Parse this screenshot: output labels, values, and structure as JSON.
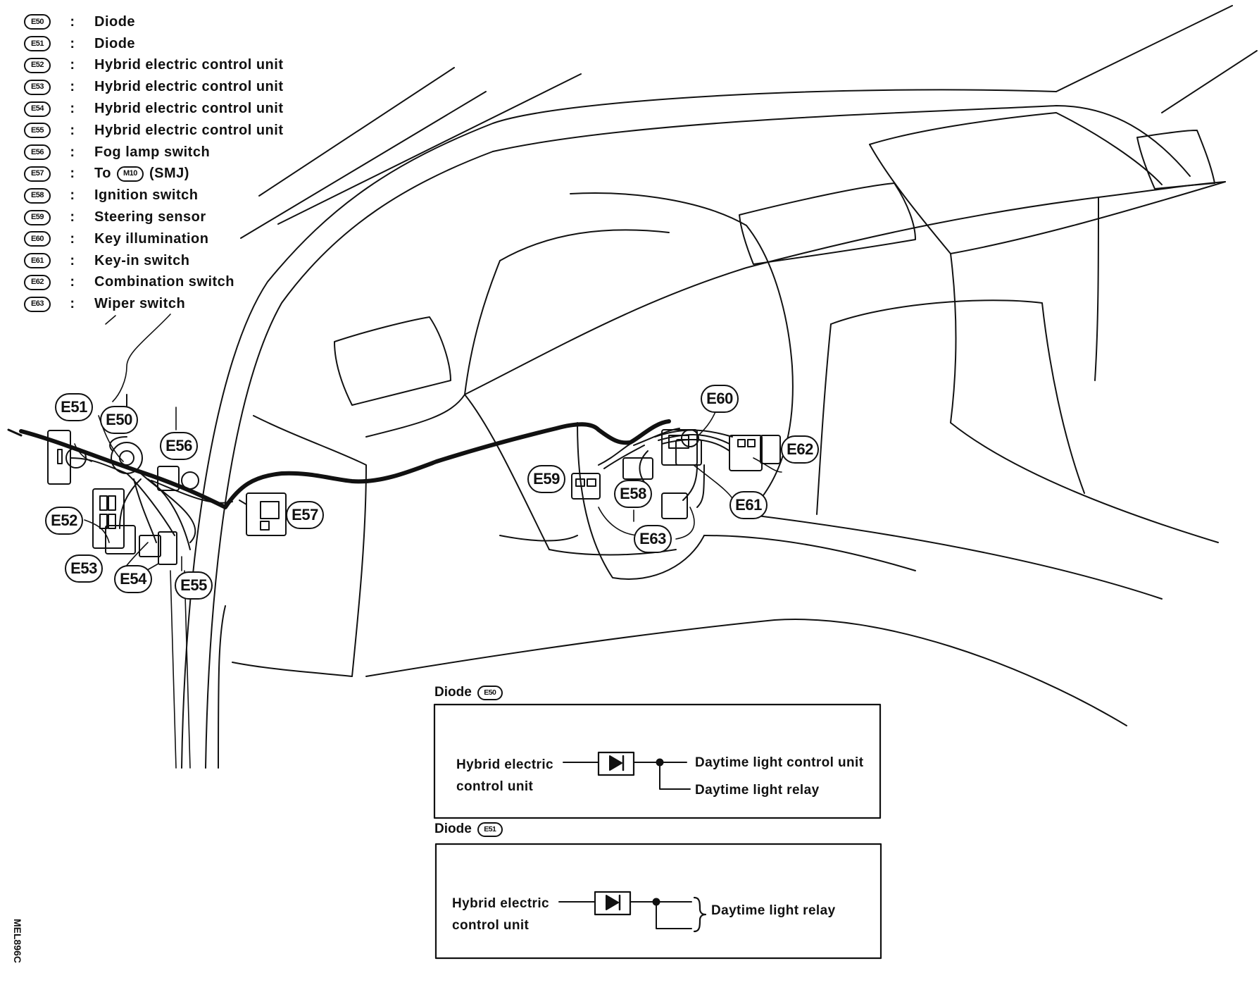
{
  "legend": [
    {
      "code": "E50",
      "sep": ":",
      "desc": "Diode"
    },
    {
      "code": "E51",
      "sep": ":",
      "desc": "Diode"
    },
    {
      "code": "E52",
      "sep": ":",
      "desc": "Hybrid electric control unit"
    },
    {
      "code": "E53",
      "sep": ":",
      "desc": "Hybrid electric control unit"
    },
    {
      "code": "E54",
      "sep": ":",
      "desc": "Hybrid electric control unit"
    },
    {
      "code": "E55",
      "sep": ":",
      "desc": "Hybrid electric control unit"
    },
    {
      "code": "E56",
      "sep": ":",
      "desc": "Fog lamp switch"
    },
    {
      "code": "E57",
      "sep": ":",
      "desc": "To",
      "ref": "M10",
      "suffix": "(SMJ)"
    },
    {
      "code": "E58",
      "sep": ":",
      "desc": "Ignition switch"
    },
    {
      "code": "E59",
      "sep": ":",
      "desc": "Steering sensor"
    },
    {
      "code": "E60",
      "sep": ":",
      "desc": "Key illumination"
    },
    {
      "code": "E61",
      "sep": ":",
      "desc": "Key-in switch"
    },
    {
      "code": "E62",
      "sep": ":",
      "desc": "Combination switch"
    },
    {
      "code": "E63",
      "sep": ":",
      "desc": "Wiper switch"
    }
  ],
  "callouts": [
    "E51",
    "E50",
    "E56",
    "E52",
    "E57",
    "E53",
    "E54",
    "E55",
    "E60",
    "E62",
    "E59",
    "E58",
    "E61",
    "E63"
  ],
  "diode_boxes": [
    {
      "title": "Diode",
      "code": "E50",
      "left_label_1": "Hybrid electric",
      "left_label_2": "control unit",
      "right_label_1": "Daytime light control unit",
      "right_label_2": "Daytime light relay"
    },
    {
      "title": "Diode",
      "code": "E51",
      "left_label_1": "Hybrid electric",
      "left_label_2": "control unit",
      "right_label_1": "Daytime light relay"
    }
  ],
  "figure_code": "MEL896C"
}
